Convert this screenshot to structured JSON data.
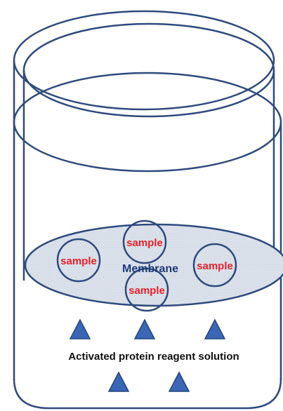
{
  "labels": {
    "membrane": "Membrane",
    "solution": "Activated protein reagent solution"
  },
  "samples": [
    {
      "id": "top",
      "label": "sample"
    },
    {
      "id": "left",
      "label": "sample"
    },
    {
      "id": "right",
      "label": "sample"
    },
    {
      "id": "bottom",
      "label": "sample"
    }
  ],
  "colors": {
    "outline": "#2e4a7d",
    "sample_text": "#e8202a",
    "membrane_text": "#1f3a78",
    "membrane_fill": "#d9e0ea",
    "triangle_fill": "#3a66b6",
    "solution_text": "#111111"
  }
}
